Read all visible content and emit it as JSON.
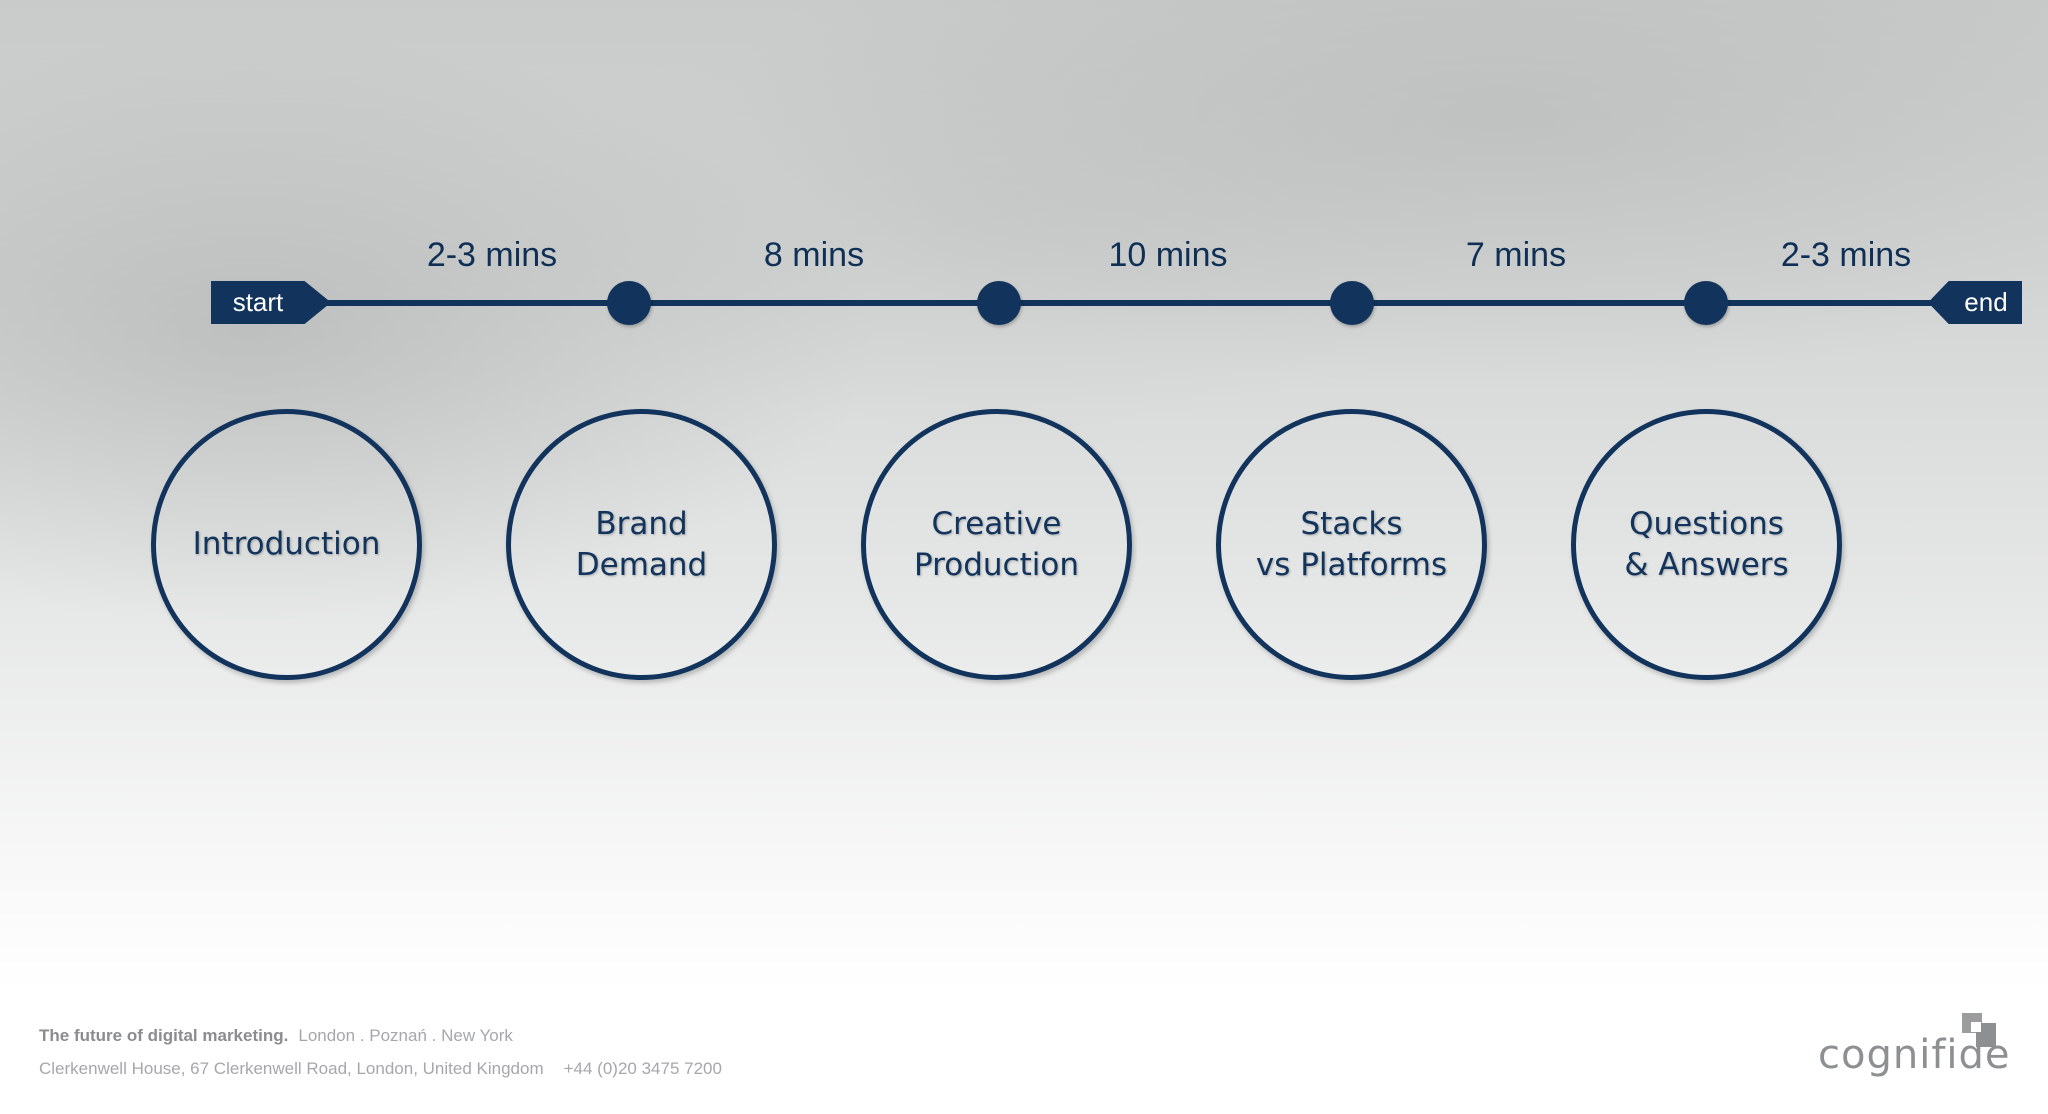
{
  "timeline": {
    "start_label": "start",
    "end_label": "end",
    "durations": [
      "2-3 mins",
      "8 mins",
      "10 mins",
      "7 mins",
      "2-3 mins"
    ]
  },
  "sections": [
    {
      "label": "Introduction"
    },
    {
      "label": "Brand\nDemand"
    },
    {
      "label": "Creative\nProduction"
    },
    {
      "label": "Stacks\nvs Platforms"
    },
    {
      "label": "Questions\n& Answers"
    }
  ],
  "footer": {
    "tagline": "The future of digital marketing.",
    "cities": "London . Poznań . New York",
    "address": "Clerkenwell House, 67 Clerkenwell Road, London, United Kingdom",
    "phone": "+44 (0)20 3475 7200"
  },
  "brand": {
    "name": "cognifide",
    "icon": "cognifide-logo-icon"
  },
  "colors": {
    "navy": "#12345c",
    "text": "#0f2f55",
    "footer_gray": "#a5a7a9"
  }
}
